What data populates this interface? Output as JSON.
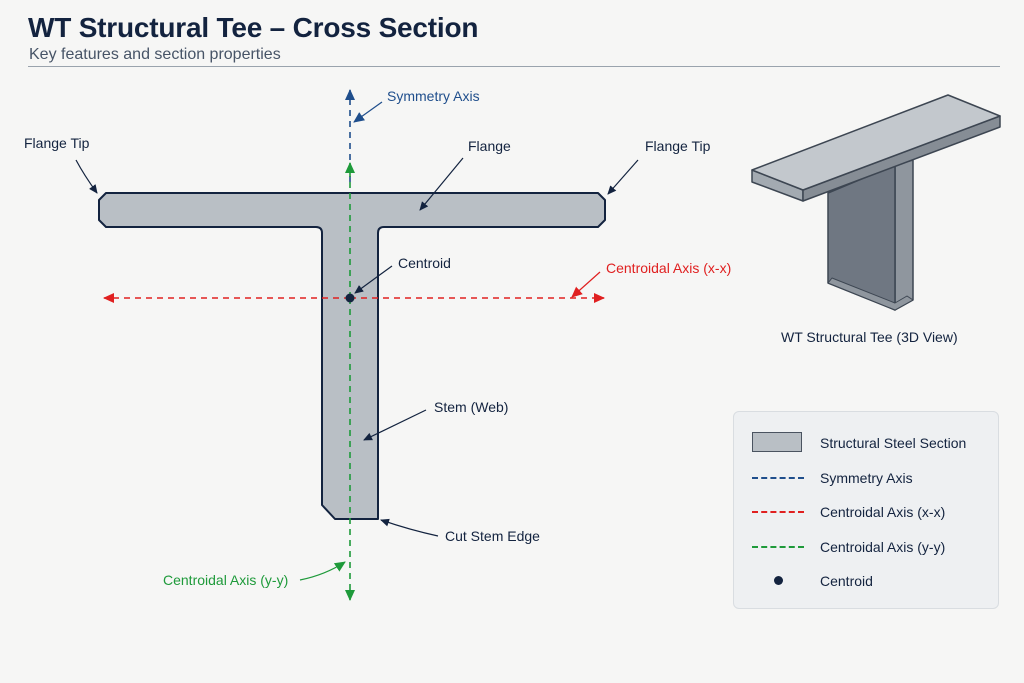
{
  "header": {
    "title": "WT Structural Tee – Cross Section",
    "subtitle": "Key features and section properties"
  },
  "labels": {
    "symmetry_axis": "Symmetry Axis",
    "flange_tip_left": "Flange Tip",
    "flange": "Flange",
    "flange_tip_right": "Flange Tip",
    "centroid": "Centroid",
    "centroidal_axis_xx": "Centroidal Axis (x-x)",
    "stem_web": "Stem (Web)",
    "cut_stem_edge": "Cut Stem Edge",
    "centroidal_axis_yy": "Centroidal Axis (y-y)",
    "view_3d_caption": "WT Structural Tee (3D View)"
  },
  "legend": {
    "items": [
      {
        "symbol": "filled-box",
        "label": "Structural Steel Section",
        "color": "#b9bfc5"
      },
      {
        "symbol": "dashed-line",
        "label": "Symmetry Axis",
        "color": "#1f4e8c"
      },
      {
        "symbol": "dashed-line",
        "label": "Centroidal Axis (x-x)",
        "color": "#e02020"
      },
      {
        "symbol": "dashed-line",
        "label": "Centroidal Axis (y-y)",
        "color": "#1e9a3a"
      },
      {
        "symbol": "dot",
        "label": "Centroid",
        "color": "#13233f"
      }
    ]
  },
  "colors": {
    "steel_fill": "#b9bfc5",
    "outline": "#13233f",
    "symmetry_axis": "#1f4e8c",
    "centroidal_x": "#e02020",
    "centroidal_y": "#1e9a3a"
  }
}
